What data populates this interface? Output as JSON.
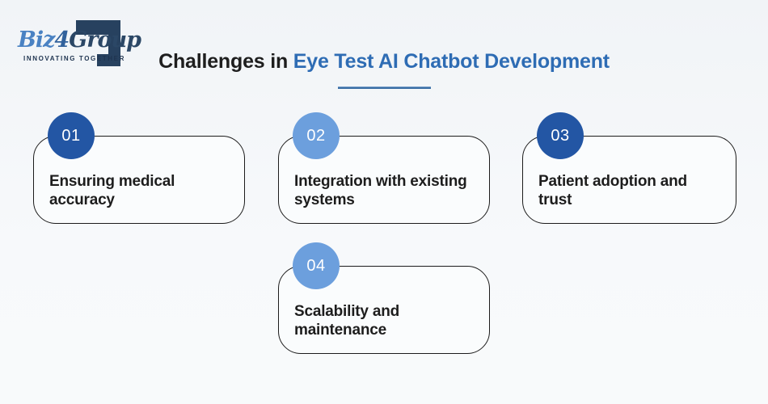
{
  "page": {
    "background": "#f5f7f9"
  },
  "logo": {
    "brand_biz": "Biz",
    "brand_4": "4",
    "brand_group": "Group",
    "tagline": "INNOVATING TOGETHER",
    "mark_icon": "bracket-square-icon",
    "colors": {
      "biz_blue": "#4a82c3",
      "group_navy": "#2b4766",
      "mark_navy": "#27415f"
    }
  },
  "title": {
    "prefix": "Challenges in ",
    "highlight": "Eye Test AI Chatbot Development",
    "prefix_color": "#1e1e1e",
    "highlight_color": "#2e6cb4",
    "underline_color": "#3a6ea5"
  },
  "cards": [
    {
      "number": "01",
      "label": "Ensuring medical accuracy",
      "circle_color": "#2356a4"
    },
    {
      "number": "02",
      "label": "Integration with existing systems",
      "circle_color": "#6c9fdd"
    },
    {
      "number": "03",
      "label": "Patient adoption and trust",
      "circle_color": "#2356a4"
    },
    {
      "number": "04",
      "label": "Scalability and maintenance",
      "circle_color": "#6c9fdd"
    }
  ]
}
